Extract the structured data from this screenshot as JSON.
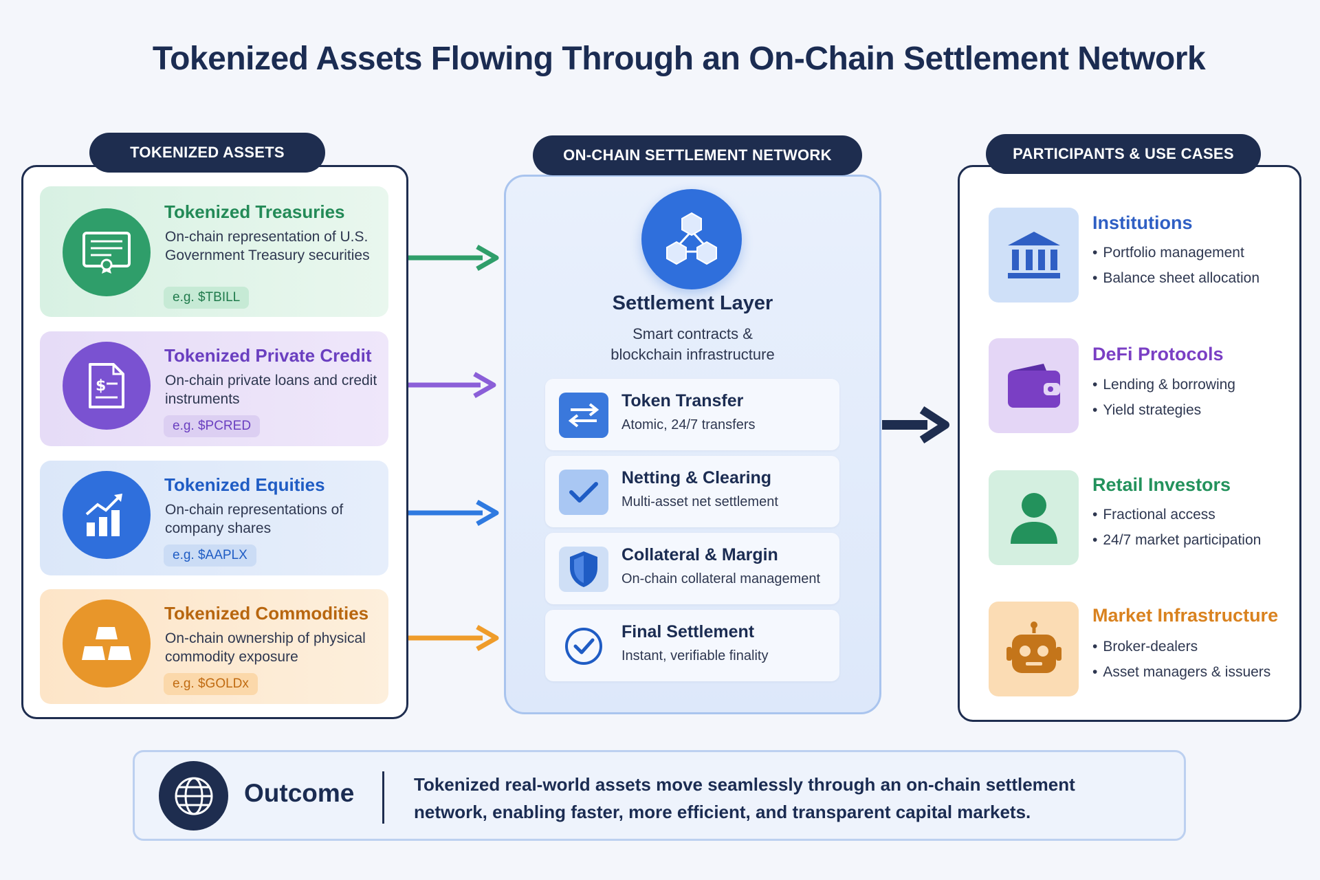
{
  "title": "Tokenized Assets Flowing Through an On-Chain Settlement Network",
  "left": {
    "header": "TOKENIZED ASSETS",
    "assets": [
      {
        "title": "Tokenized Treasuries",
        "desc": "On-chain representation of U.S. Government Treasury securities",
        "tag": "e.g. $TBILL",
        "icon": "certificate-icon",
        "color": "#2f9e6a"
      },
      {
        "title": "Tokenized Private Credit",
        "desc": "On-chain private loans and credit instruments",
        "tag": "e.g. $PCRED",
        "icon": "loan-document-icon",
        "color": "#7a52d1"
      },
      {
        "title": "Tokenized Equities",
        "desc": "On-chain representations of company shares",
        "tag": "e.g. $AAPLX",
        "icon": "growth-chart-icon",
        "color": "#2f6fdc"
      },
      {
        "title": "Tokenized Commodities",
        "desc": "On-chain ownership of physical commodity exposure",
        "tag": "e.g. $GOLDx",
        "icon": "gold-bars-icon",
        "color": "#e8962a"
      }
    ]
  },
  "middle": {
    "header": "ON-CHAIN SETTLEMENT NETWORK",
    "hub_icon": "network-cubes-icon",
    "title": "Settlement Layer",
    "subtitle_line1": "Smart contracts &",
    "subtitle_line2": "blockchain infrastructure",
    "steps": [
      {
        "title": "Token Transfer",
        "desc": "Atomic, 24/7 transfers",
        "icon": "swap-arrows-icon"
      },
      {
        "title": "Netting & Clearing",
        "desc": "Multi-asset net settlement",
        "icon": "checkmark-icon"
      },
      {
        "title": "Collateral & Margin",
        "desc": "On-chain collateral management",
        "icon": "shield-icon"
      },
      {
        "title": "Final Settlement",
        "desc": "Instant, verifiable finality",
        "icon": "check-circle-icon"
      }
    ]
  },
  "right": {
    "header": "PARTICIPANTS & USE CASES",
    "participants": [
      {
        "title": "Institutions",
        "items": [
          "Portfolio management",
          "Balance sheet allocation"
        ],
        "icon": "bank-icon",
        "color": "#2f5fc4"
      },
      {
        "title": "DeFi Protocols",
        "items": [
          "Lending & borrowing",
          "Yield strategies"
        ],
        "icon": "wallet-icon",
        "color": "#7a3fc4"
      },
      {
        "title": "Retail Investors",
        "items": [
          "Fractional access",
          "24/7 market participation"
        ],
        "icon": "person-icon",
        "color": "#23925c"
      },
      {
        "title": "Market Infrastructure",
        "items": [
          "Broker-dealers",
          "Asset managers & issuers"
        ],
        "icon": "robot-icon",
        "color": "#d9821f"
      }
    ]
  },
  "outcome": {
    "label": "Outcome",
    "icon": "globe-icon",
    "text": "Tokenized real-world assets move seamlessly through an on-chain settlement network, enabling faster, more efficient, and transparent capital markets."
  }
}
